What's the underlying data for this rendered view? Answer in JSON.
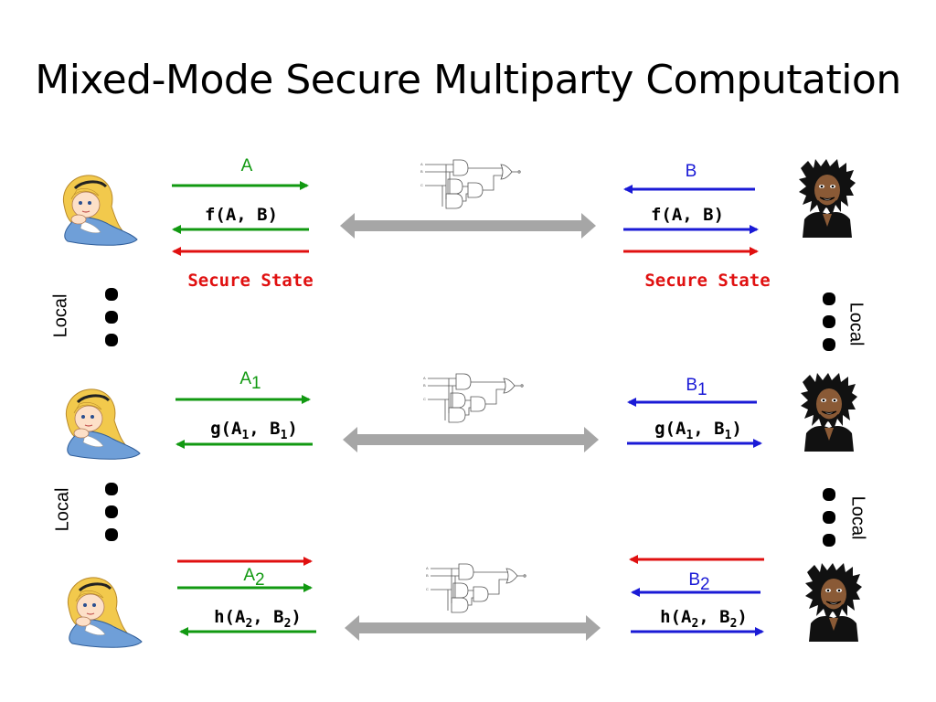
{
  "slide": {
    "title": "Mixed-Mode Secure Multiparty Computation",
    "local_label": "Local",
    "colors": {
      "green": "#119911",
      "blue": "#1a1ad6",
      "red": "#e01010",
      "gray": "#a6a6a6"
    },
    "row1": {
      "left_input": "A",
      "left_output": "f(A, B)",
      "left_state": "Secure State",
      "right_input": "B",
      "right_output": "f(A, B)",
      "right_state": "Secure State"
    },
    "row2": {
      "left_input": {
        "base": "A",
        "sub": "1"
      },
      "left_output": {
        "fn": "g(A",
        "sub1": "1",
        "mid": ", B",
        "sub2": "1",
        "end": ")"
      },
      "right_input": {
        "base": "B",
        "sub": "1"
      },
      "right_output": {
        "fn": "g(A",
        "sub1": "1",
        "mid": ", B",
        "sub2": "1",
        "end": ")"
      }
    },
    "row3": {
      "left_input": {
        "base": "A",
        "sub": "2"
      },
      "left_output": {
        "fn": "h(A",
        "sub1": "2",
        "mid": ", B",
        "sub2": "2",
        "end": ")"
      },
      "right_input": {
        "base": "B",
        "sub": "2"
      },
      "right_output": {
        "fn": "h(A",
        "sub1": "2",
        "mid": ", B",
        "sub2": "2",
        "end": ")"
      }
    },
    "icons": [
      "alice-icon",
      "bob-icon",
      "circuit-icon",
      "gray-double-arrow"
    ]
  }
}
